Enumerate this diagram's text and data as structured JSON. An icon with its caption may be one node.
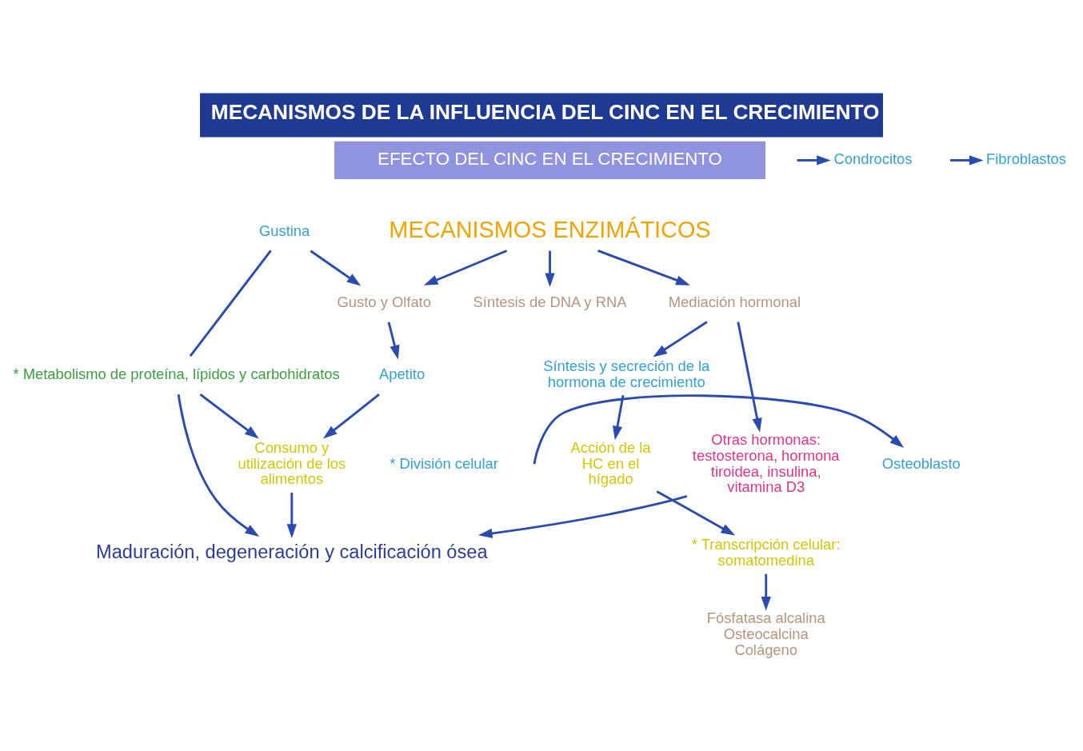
{
  "diagram": {
    "title": "MECANISMOS DE LA INFLUENCIA DEL CINC EN EL CRECIMIENTO",
    "nodes": [
      {
        "text": [
          "MECANISMOS ENZIMÁTICOS"
        ]
      },
      {
        "text": [
          "Gusto y Olfato"
        ]
      },
      {
        "text": [
          "Síntesis de DNA y RNA"
        ]
      },
      {
        "text": [
          "Mediación hormonal"
        ]
      },
      {
        "text": [
          "Gustina"
        ]
      },
      {
        "text": [
          "Apetito"
        ]
      },
      {
        "text": [
          "Consumo y utilización de los alimentos"
        ]
      },
      {
        "text": [
          "* División celular"
        ]
      },
      {
        "text": [
          "Condrocitos"
        ]
      },
      {
        "text": [
          "Osteoblasto"
        ]
      },
      {
        "text": [
          "Fibroblastos"
        ]
      },
      {
        "text": [
          "Síntesis y secreción de la hormona de crecimiento"
        ]
      },
      {
        "text": [
          "* Transcripción celular: somatomedina"
        ]
      },
      {
        "text": [
          "Acción de la HC en el hígado"
        ]
      },
      {
        "text": [
          "Fósfatasa alcalina Osteocalcina Colágeno"
        ]
      },
      {
        "text": [
          "Otras hormonas: testosterona, hormona tiroidea, insulina, vitamina D3"
        ]
      },
      {
        "text": [
          "* Metabolismo de proteína, lípidos y carbohidratos"
        ]
      },
      {
        "text": [
          "Maduración, degeneración y calcificación ósea"
        ]
      }
    ],
    "edges": [
      {
        "from": 0,
        "to": 1,
        "arrow": "to"
      },
      {
        "from": 0,
        "to": 2,
        "arrow": "to"
      },
      {
        "from": 0,
        "to": 3,
        "arrow": "to"
      },
      {
        "from": 4,
        "to": 1,
        "arrow": "to"
      },
      {
        "from": 1,
        "to": 5,
        "arrow": "to"
      },
      {
        "from": 5,
        "to": 6,
        "arrow": "to"
      },
      {
        "from": 4,
        "to": 16,
        "arrow": "none"
      },
      {
        "from": 16,
        "to": 6,
        "arrow": "to"
      },
      {
        "from": null,
        "to": 8,
        "arrow": "to"
      },
      {
        "from": null,
        "to": 9,
        "arrow": "to"
      },
      {
        "from": null,
        "to": 10,
        "arrow": "to"
      },
      {
        "from": 3,
        "to": 11,
        "arrow": "to"
      },
      {
        "from": 11,
        "to": 13,
        "arrow": "to"
      },
      {
        "from": 13,
        "to": 12,
        "arrow": "to"
      },
      {
        "from": 12,
        "to": 14,
        "arrow": "to"
      },
      {
        "from": 3,
        "to": 15,
        "arrow": "to"
      },
      {
        "from": 6,
        "to": 17,
        "arrow": "to"
      },
      {
        "from": 16,
        "to": 17,
        "arrow": "to"
      },
      {
        "from": 15,
        "to": 17,
        "arrow": "to"
      }
    ],
    "labels": [
      "EFECTO DEL CINC EN EL CRECIMIENTO"
    ]
  }
}
